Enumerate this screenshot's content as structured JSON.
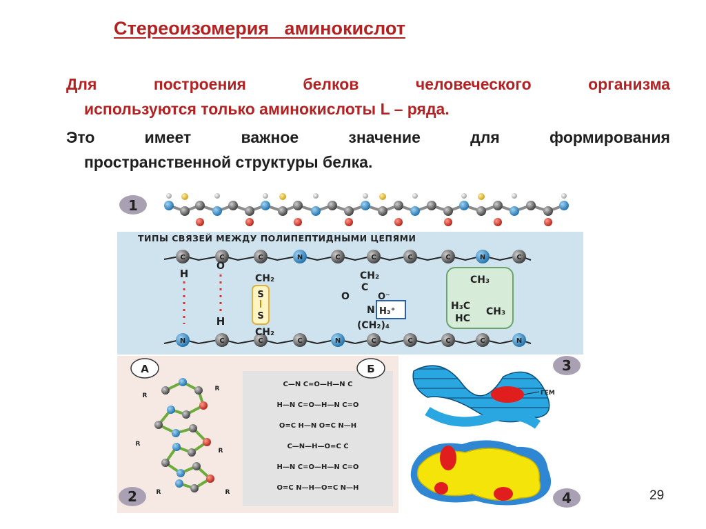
{
  "slide": {
    "title": "Стереоизомерия   аминокислот",
    "paragraph1": {
      "words": [
        "Для",
        "построения",
        "белков",
        "человеческого",
        "организма"
      ],
      "line2": "используются  только аминокислоты L – ряда."
    },
    "paragraph2": {
      "words": [
        "Это",
        "имеет",
        "важное",
        "значение",
        "для",
        "формирования"
      ],
      "line2": "пространственной структуры белка."
    },
    "page_number": "29"
  },
  "figure": {
    "panel_numbers": [
      "1",
      "2",
      "3",
      "4"
    ],
    "bond_types_title": "ТИПЫ СВЯЗЕЙ МЕЖДУ ПОЛИПЕПТИДНЫМИ ЦЕПЯМИ",
    "atom_labels": {
      "C": "C",
      "N": "N",
      "O": "O",
      "H": "H",
      "R": "R",
      "CH2": "CH₂",
      "S": "S",
      "CO": "C",
      "O_minus": "O⁻",
      "NH3": "H₃⁺",
      "CH2_4": "(CH₂)₄",
      "CH3": "CH₃",
      "H3C": "H₃C",
      "HC": "HC"
    },
    "sheet_labels": [
      "А",
      "Б"
    ],
    "heme_label": "ГЕМ",
    "beta_sheet_rows": [
      "C—N   C=O—H—N   C",
      "H—N   C=O—H—N   C=O",
      "O=C   H—N   O=C   N—H",
      "C—N—H—O=C   C",
      "H—N   C=O—H—N   C=O",
      "O=C   N—H—O=C   N—H"
    ],
    "colors": {
      "blue_band": "#cfe3ef",
      "carbon": "#555555",
      "nitrogen": "#2a7fc0",
      "oxygen": "#d9342b",
      "sulfur": "#f2c230",
      "hydrophobic_box": "#d7ecd8"
    }
  }
}
